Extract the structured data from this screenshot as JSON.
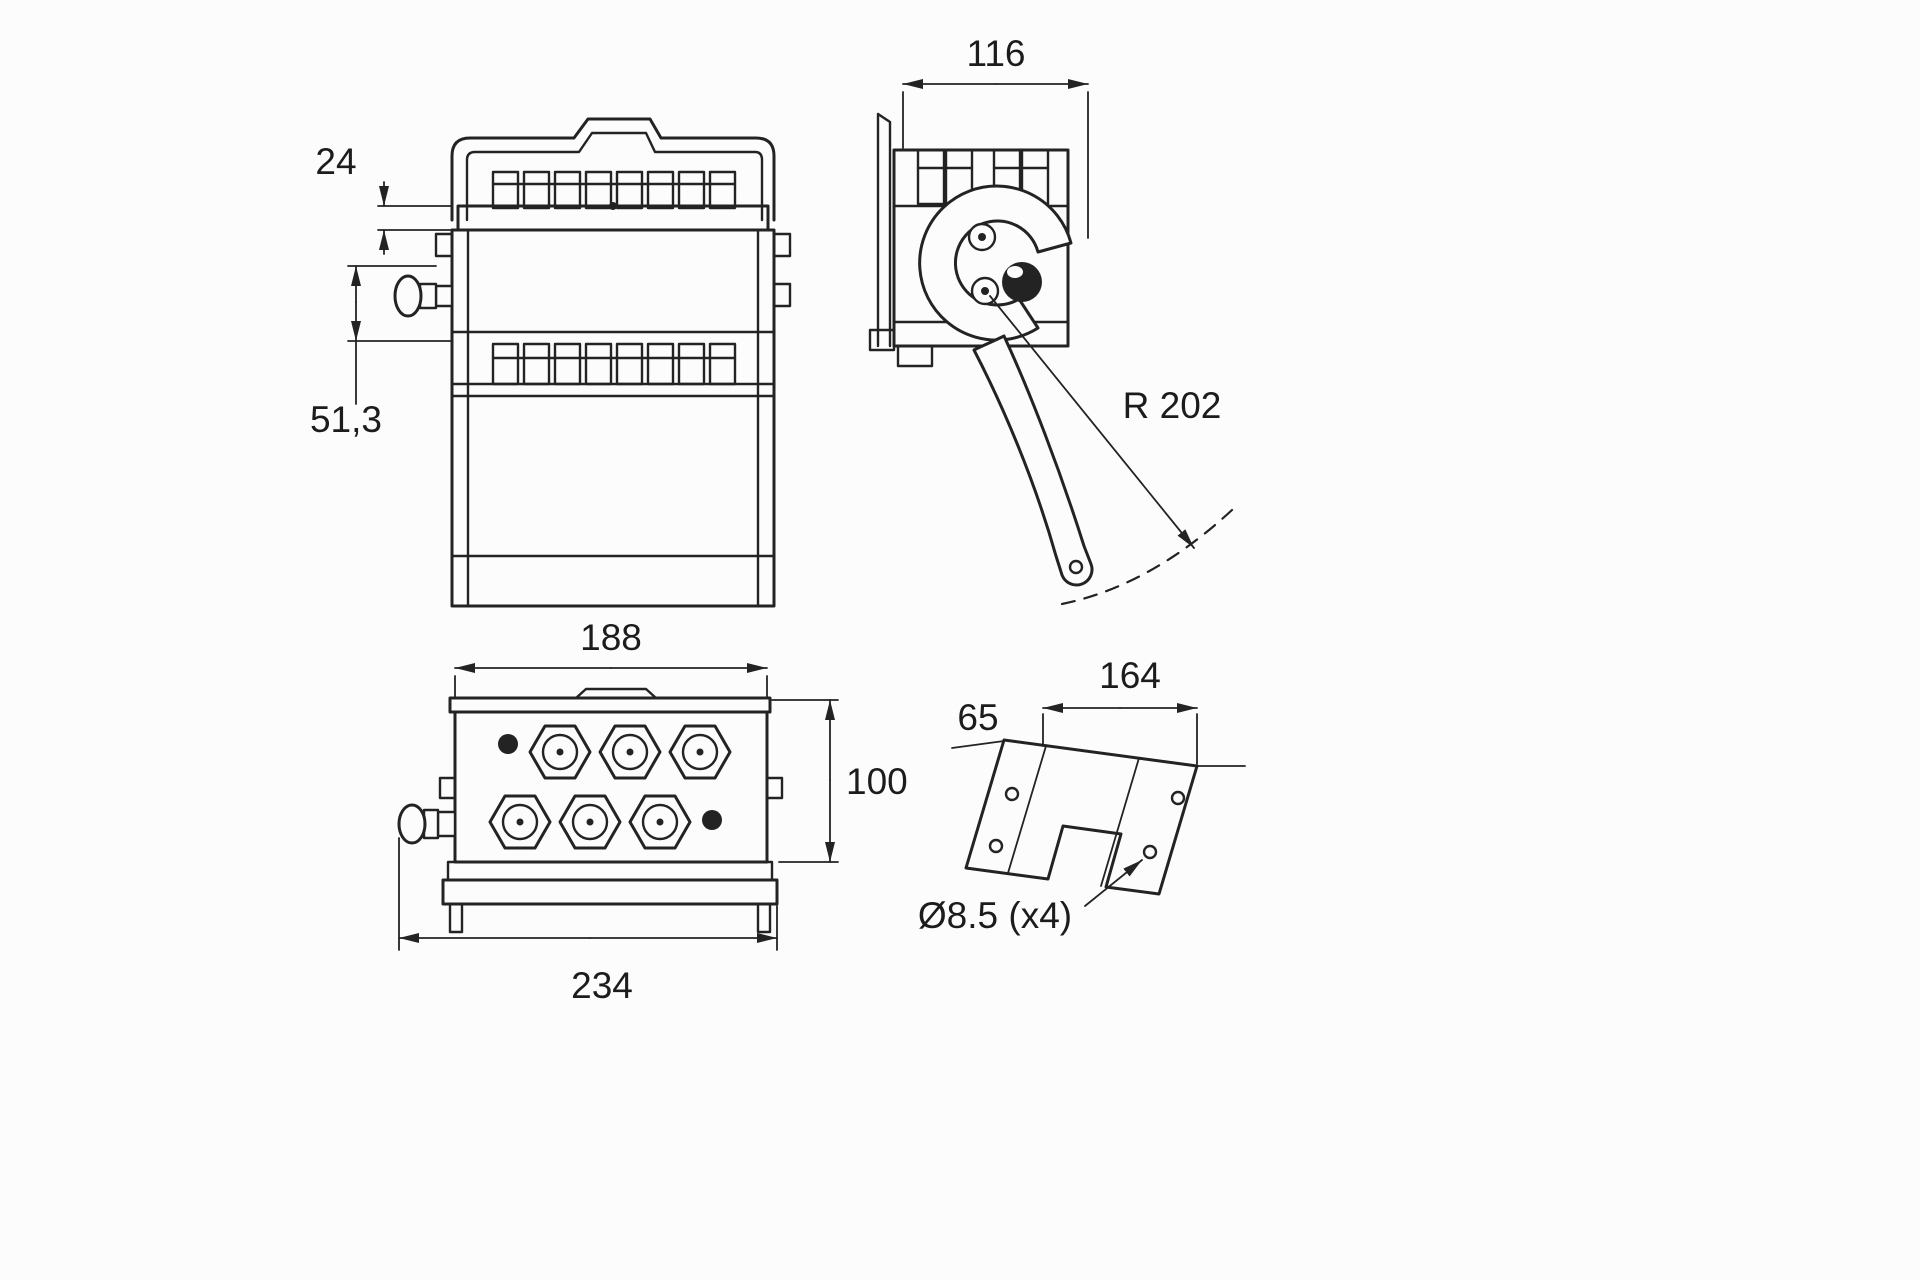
{
  "drawing": {
    "paper_color": "#fcfcfc",
    "ink_color": "#232323",
    "views": {
      "front": {
        "dims": {
          "top_offset": "24",
          "bolt_offset": "51,3"
        }
      },
      "side": {
        "dims": {
          "width": "116",
          "lever_radius": "R 202"
        }
      },
      "top": {
        "dims": {
          "inner_width": "188",
          "depth": "100",
          "overall_width": "234"
        }
      },
      "bracket": {
        "dims": {
          "width": "164",
          "flange": "65",
          "holes": "Ø8.5 (x4)"
        }
      }
    }
  }
}
